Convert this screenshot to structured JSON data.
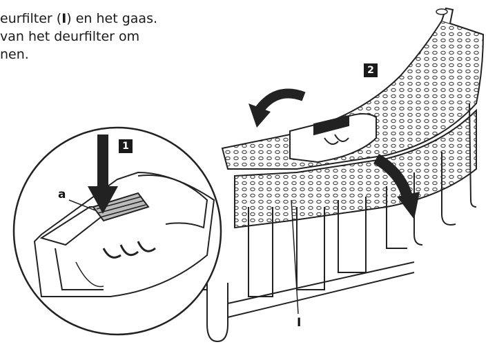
{
  "instructions": {
    "line1_a": "eurfilter (",
    "line1_b": "I",
    "line1_c": ") en het gaas.",
    "line2": "van het deurfilter om",
    "line3": "nen."
  },
  "steps": {
    "step1": "1",
    "step2": "2"
  },
  "labels": {
    "a": "a",
    "filter": "I"
  }
}
